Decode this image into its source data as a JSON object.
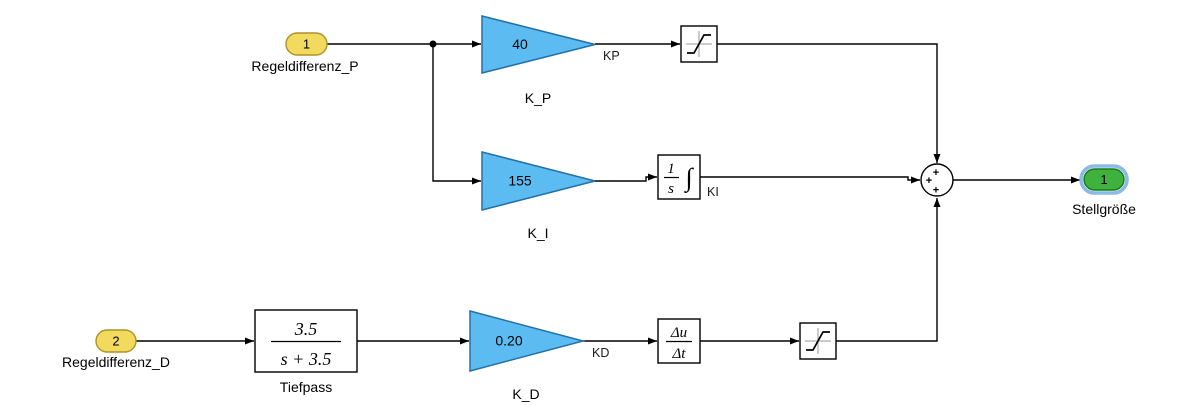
{
  "colors": {
    "canvas_bg": "#ffffff",
    "gain_fill": "#5CBCF2",
    "gain_border": "#2470A8",
    "inport_fill": "#F2DA5E",
    "inport_border": "#AD9227",
    "outport_fill": "#3FB13F",
    "outport_border": "#157A15",
    "selection_halo": "#7FB2E5",
    "wire": "#000000"
  },
  "blocks": {
    "inport_p": {
      "number": "1",
      "label": "Regeldifferenz_P"
    },
    "inport_d": {
      "number": "2",
      "label": "Regeldifferenz_D"
    },
    "outport": {
      "number": "1",
      "label": "Stellgröße"
    },
    "gain_p": {
      "value": "40",
      "label": "K_P"
    },
    "gain_i": {
      "value": "155",
      "label": "K_I"
    },
    "gain_d": {
      "value": "0.20",
      "label": "K_D"
    },
    "lowpass": {
      "numerator": "3.5",
      "denominator": "s + 3.5",
      "label": "Tiefpass"
    },
    "integrator": {
      "numerator": "1",
      "denominator": "s",
      "integral_sign": "∫"
    },
    "derivative": {
      "numerator": "Δu",
      "denominator": "Δt"
    },
    "sum": {
      "sign_top": "+",
      "sign_left": "+",
      "sign_bottom": "+"
    }
  },
  "signals": {
    "kp": "KP",
    "ki": "KI",
    "kd": "KD"
  }
}
